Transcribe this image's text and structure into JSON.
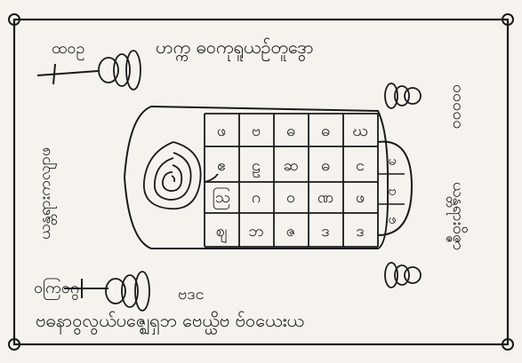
{
  "image": {
    "description_kind": "hand-drawn yantra / talisman sketch",
    "ink_color": "#1a1a1a",
    "paper_color": "#f6f3ee"
  },
  "grid": {
    "rows": [
      [
        "ဖ",
        "ဗ",
        "ဓ",
        "ဓ",
        "ဃ"
      ],
      [
        "ဧ",
        "ဠ",
        "ဆ",
        "ဓ",
        "င"
      ],
      [
        "ဩ",
        "ဂ",
        "ဝ",
        "ဏ",
        "ဖ"
      ],
      [
        "ဈ",
        "ဘ",
        "ဇ",
        "ဒ",
        "ဒ"
      ]
    ],
    "side_column": [
      "မ",
      "ဗ",
      "ဖ"
    ]
  },
  "script": {
    "top_left": "ထဝဥ",
    "top": "ဟက္က   ဓဝကုရူယဉ်တူဒွော",
    "right_top": "ဝဝဝဝဝ",
    "left": "ယန္တရားကလျာဖ",
    "right": "ယန္တရားဝိဇ္ဇာ",
    "bottom_left": "ဝကြဝဂွ",
    "bottom_middle": "ဗဒင",
    "bottom": "ဗဓနာဝွလွယ်ပဇ္ဈေရှဘ  ဗေယ္ယိဗ  ဗ်ဝယေးယ"
  }
}
